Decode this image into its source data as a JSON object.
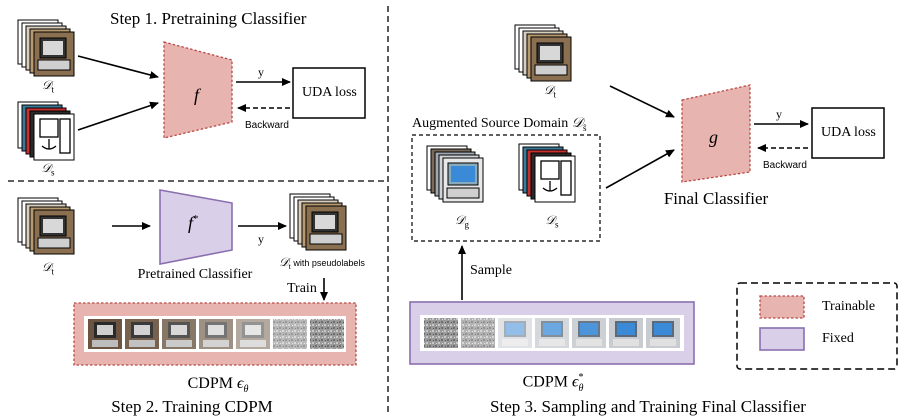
{
  "step1": {
    "title": "Step 1. Pretraining Classifier",
    "target_label": "𝒟",
    "target_sub": "t",
    "source_label": "𝒟",
    "source_sub": "s",
    "classifier_symbol": "f",
    "output_label": "y",
    "loss_label": "UDA loss",
    "backward_label": "Backward"
  },
  "step2": {
    "title": "Step 2. Training CDPM",
    "target_label": "𝒟",
    "target_sub": "t",
    "pretrained_symbol": "f",
    "pretrained_sup": "*",
    "pretrained_caption": "Pretrained Classifier",
    "output_label": "y",
    "pseudo_caption": "with pseudolabels",
    "pseudo_label": "𝒟",
    "pseudo_sub": "t",
    "train_label": "Train",
    "cdpm_caption": "CDPM",
    "cdpm_symbol": "ϵ",
    "cdpm_sub": "θ"
  },
  "step3": {
    "title": "Step 3. Sampling and Training Final Classifier",
    "target_label": "𝒟",
    "target_sub": "t",
    "augmented_title": "Augmented Source Domain",
    "augmented_symbol": "𝒟",
    "augmented_sub": "ŝ",
    "generated_label": "𝒟",
    "generated_sub": "g",
    "source_label": "𝒟",
    "source_sub": "s",
    "sample_label": "Sample",
    "classifier_symbol": "g",
    "classifier_caption": "Final Classifier",
    "output_label": "y",
    "loss_label": "UDA loss",
    "backward_label": "Backward",
    "cdpm_caption": "CDPM",
    "cdpm_symbol": "ϵ",
    "cdpm_sup": "*",
    "cdpm_sub": "θ"
  },
  "legend": {
    "trainable": "Trainable",
    "fixed": "Fixed"
  },
  "colors": {
    "trainable_fill": "#e8b4b0",
    "trainable_stroke": "#b84a45",
    "fixed_fill": "#d9cfe8",
    "fixed_stroke": "#8a6fb0",
    "ink": "#000000"
  },
  "icons": {
    "stack": "image-stack-icon",
    "trapezoid": "classifier-trapezoid",
    "arrow": "arrow-icon"
  }
}
